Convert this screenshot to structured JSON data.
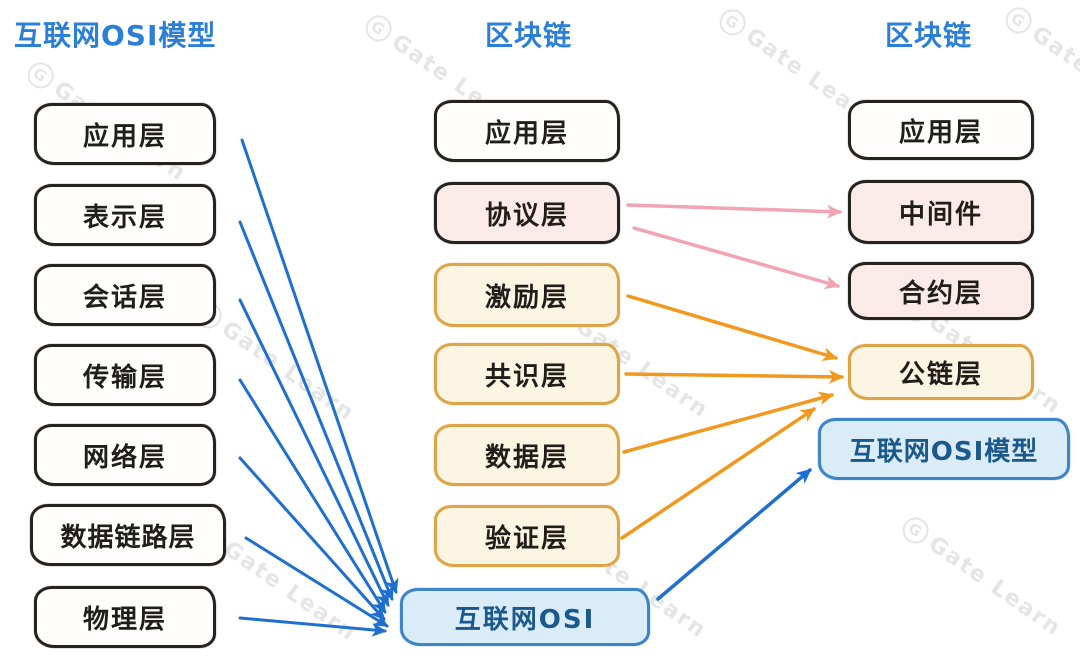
{
  "watermark": {
    "logo": "G",
    "label": "Gate Learn"
  },
  "columns": [
    {
      "title": "互联网OSI模型",
      "boxes": [
        {
          "label": "应用层"
        },
        {
          "label": "表示层"
        },
        {
          "label": "会话层"
        },
        {
          "label": "传输层"
        },
        {
          "label": "网络层"
        },
        {
          "label": "数据链路层"
        },
        {
          "label": "物理层"
        }
      ]
    },
    {
      "title": "区块链",
      "boxes": [
        {
          "label": "应用层",
          "style": "plain"
        },
        {
          "label": "协议层",
          "style": "pink"
        },
        {
          "label": "激励层",
          "style": "yellow"
        },
        {
          "label": "共识层",
          "style": "yellow"
        },
        {
          "label": "数据层",
          "style": "yellow"
        },
        {
          "label": "验证层",
          "style": "yellow"
        }
      ],
      "footer_box": {
        "label": "互联网OSI",
        "style": "blue"
      }
    },
    {
      "title": "区块链",
      "boxes": [
        {
          "label": "应用层",
          "style": "plain"
        },
        {
          "label": "中间件",
          "style": "pink"
        },
        {
          "label": "合约层",
          "style": "pink"
        },
        {
          "label": "公链层",
          "style": "yellow"
        },
        {
          "label": "互联网OSI模型",
          "style": "blue"
        }
      ]
    }
  ],
  "colors": {
    "title_blue": "#2b7fd6",
    "arrow_blue": "#1f6fd0",
    "arrow_pink": "#f2a4b2",
    "arrow_orange": "#f0991e",
    "pink_fill": "#faeae8",
    "yellow_fill": "#fcf5e4",
    "blue_fill": "#d9ecf8"
  }
}
